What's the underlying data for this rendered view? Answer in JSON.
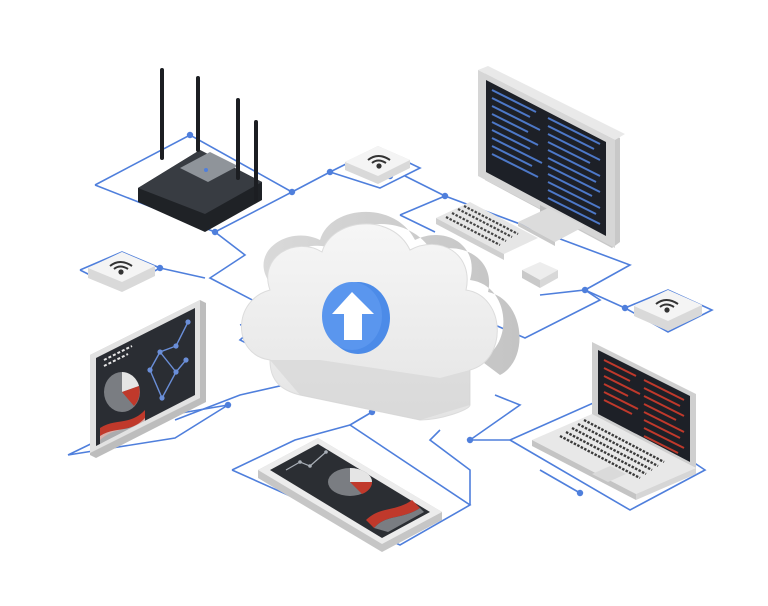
{
  "diagram": {
    "central_node": {
      "label": "",
      "icon": "cloud-upload-icon"
    },
    "devices": [
      {
        "name": "router",
        "icon": "router-icon"
      },
      {
        "name": "desktop-monitor",
        "icon": "monitor-icon"
      },
      {
        "name": "keyboard",
        "icon": "keyboard-icon"
      },
      {
        "name": "mouse",
        "icon": "mouse-icon"
      },
      {
        "name": "tablet",
        "icon": "tablet-icon"
      },
      {
        "name": "smartphone",
        "icon": "smartphone-icon"
      },
      {
        "name": "laptop",
        "icon": "laptop-icon"
      }
    ],
    "wifi_tiles": 3
  },
  "colors": {
    "connector": "#4f7fdc",
    "cloud_fill": "#ececec",
    "arrow_badge": "#4c8be8",
    "device_dark": "#2b2e33",
    "screen_code_blue": "#4d78c8",
    "screen_code_red": "#c0392b",
    "chart_red": "#c0392b"
  },
  "watermark": ""
}
